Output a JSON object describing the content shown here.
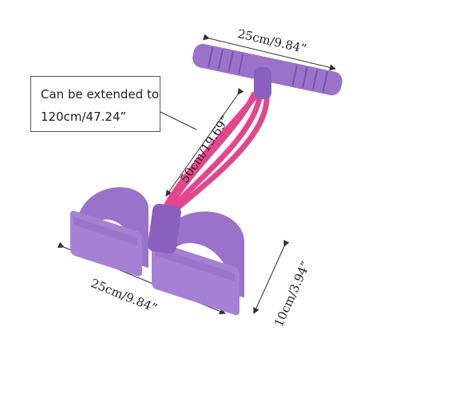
{
  "callout": {
    "line1": "Can be extended to",
    "line2": "120cm/47.24”"
  },
  "dimensions": {
    "handle_width": "25cm/9.84”",
    "band_length": "50cm/19.69”",
    "pedal_width": "25cm/9.84”",
    "pedal_height": "10cm/3.94”"
  },
  "colors": {
    "purple": "#9b72c9",
    "purple_dark": "#7a52ad",
    "pink": "#e2478e"
  }
}
